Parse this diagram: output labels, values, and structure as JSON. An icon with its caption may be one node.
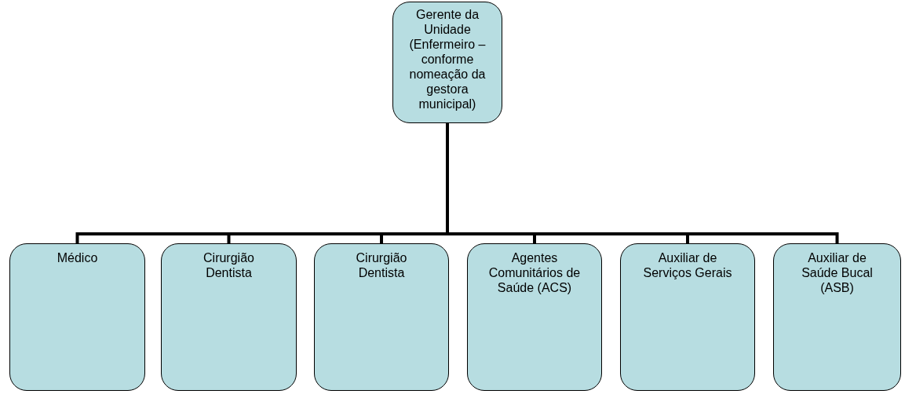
{
  "diagram": {
    "nodes": [
      {
        "text": [
          "Gerente da Unidade (Enfermeiro – conforme nomeação da gestora municipal)"
        ]
      },
      {
        "text": [
          "Médico"
        ]
      },
      {
        "text": [
          "Cirurgião Dentista"
        ]
      },
      {
        "text": [
          "Cirurgião Dentista"
        ]
      },
      {
        "text": [
          "Agentes Comunitários de Saúde (ACS)"
        ]
      },
      {
        "text": [
          "Auxiliar de Serviços Gerais"
        ]
      },
      {
        "text": [
          "Auxiliar de Saúde Bucal (ASB)"
        ]
      }
    ],
    "edges": [
      {
        "from": 0,
        "to": 1,
        "arrow": "none"
      },
      {
        "from": 0,
        "to": 2,
        "arrow": "none"
      },
      {
        "from": 0,
        "to": 3,
        "arrow": "none"
      },
      {
        "from": 0,
        "to": 4,
        "arrow": "none"
      },
      {
        "from": 0,
        "to": 5,
        "arrow": "none"
      },
      {
        "from": 0,
        "to": 6,
        "arrow": "none"
      }
    ]
  }
}
